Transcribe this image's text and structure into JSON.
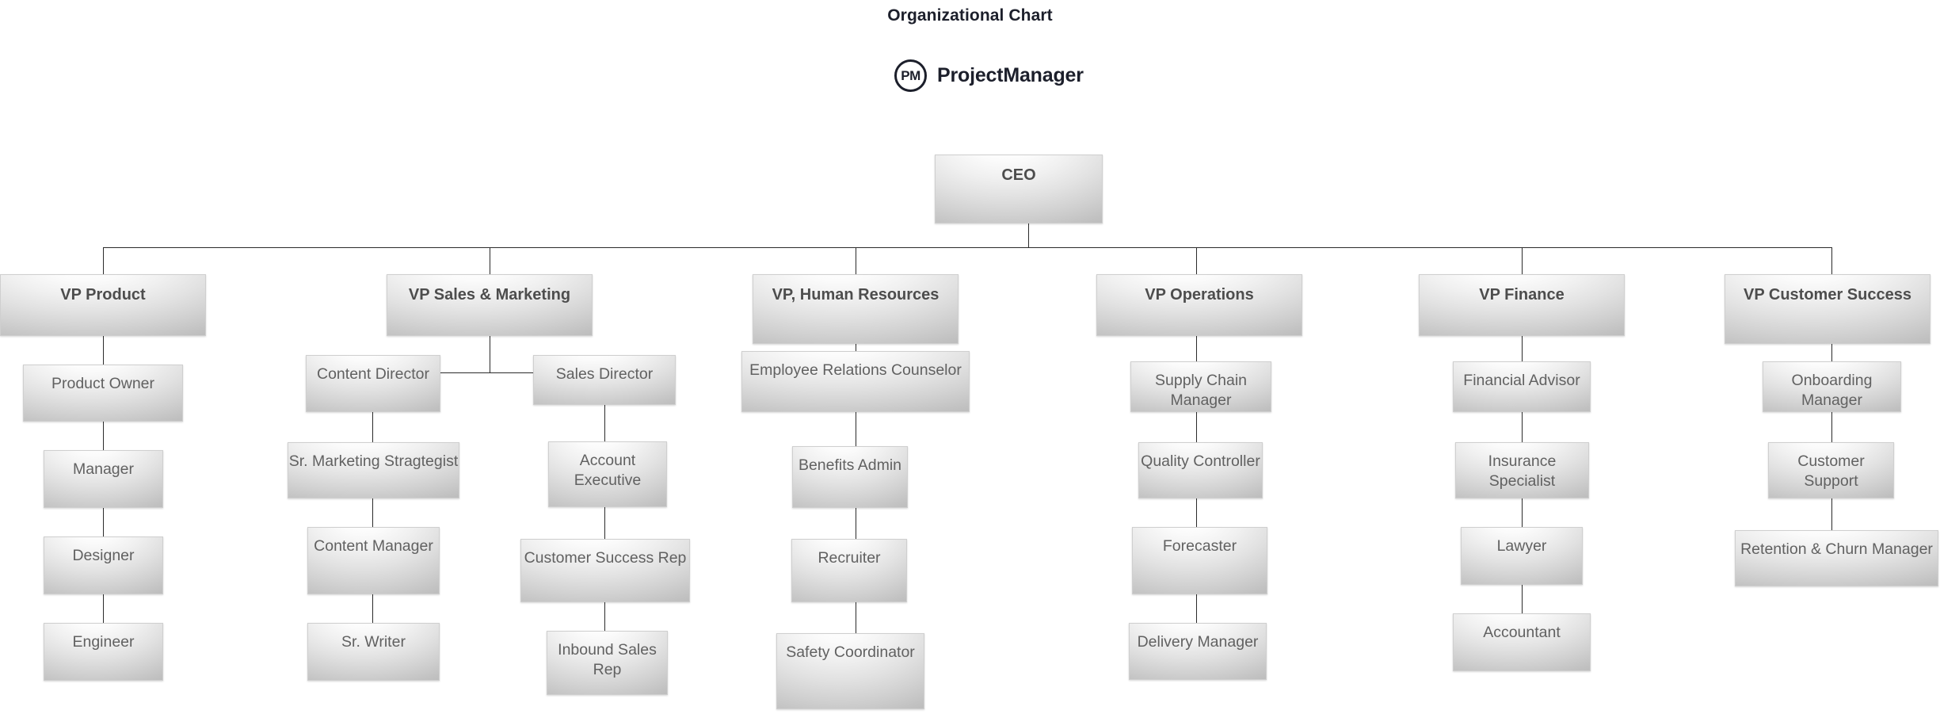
{
  "header": {
    "title": "Organizational Chart",
    "brand_initials": "PM",
    "brand_name": "ProjectManager",
    "logo_icon": "project-manager-circle-icon"
  },
  "theme": {
    "background": "#ffffff",
    "title_color": "#1c1f2b",
    "node_text_color": "#595959",
    "node_heading_color": "#4d4d4d",
    "connector_color": "#2b2b2b",
    "node_border": "#cfcfcf",
    "node_gradient_light": "#ffffff",
    "node_gradient_dark": "#b4b4b4"
  },
  "chart_data": {
    "type": "diagram",
    "diagram_type": "organizational-chart",
    "title": "Organizational Chart",
    "root": "CEO",
    "nodes": [
      {
        "id": "ceo",
        "label": "CEO",
        "level": 0,
        "parent": null
      },
      {
        "id": "vp-product",
        "label": "VP Product",
        "level": 1,
        "parent": "ceo"
      },
      {
        "id": "product-owner",
        "label": "Product Owner",
        "level": 2,
        "parent": "vp-product"
      },
      {
        "id": "manager",
        "label": "Manager",
        "level": 3,
        "parent": "product-owner"
      },
      {
        "id": "designer",
        "label": "Designer",
        "level": 4,
        "parent": "manager"
      },
      {
        "id": "engineer",
        "label": "Engineer",
        "level": 5,
        "parent": "designer"
      },
      {
        "id": "vp-sales-marketing",
        "label": "VP Sales & Marketing",
        "level": 1,
        "parent": "ceo"
      },
      {
        "id": "content-director",
        "label": "Content Director",
        "level": 2,
        "parent": "vp-sales-marketing"
      },
      {
        "id": "sr-marketing-stragtegist",
        "label": "Sr. Marketing Stragtegist",
        "level": 3,
        "parent": "content-director"
      },
      {
        "id": "content-manager",
        "label": "Content Manager",
        "level": 4,
        "parent": "sr-marketing-stragtegist"
      },
      {
        "id": "sr-writer",
        "label": "Sr. Writer",
        "level": 5,
        "parent": "content-manager"
      },
      {
        "id": "sales-director",
        "label": "Sales Director",
        "level": 2,
        "parent": "vp-sales-marketing"
      },
      {
        "id": "account-executive",
        "label": "Account Executive",
        "level": 3,
        "parent": "sales-director"
      },
      {
        "id": "customer-success-rep",
        "label": "Customer Success Rep",
        "level": 4,
        "parent": "account-executive"
      },
      {
        "id": "inbound-sales-rep",
        "label": "Inbound Sales Rep",
        "level": 5,
        "parent": "customer-success-rep"
      },
      {
        "id": "vp-human-resources",
        "label": "VP, Human Resources",
        "level": 1,
        "parent": "ceo"
      },
      {
        "id": "employee-relations-counselor",
        "label": "Employee Relations Counselor",
        "level": 2,
        "parent": "vp-human-resources"
      },
      {
        "id": "benefits-admin",
        "label": "Benefits Admin",
        "level": 3,
        "parent": "employee-relations-counselor"
      },
      {
        "id": "recruiter",
        "label": "Recruiter",
        "level": 4,
        "parent": "benefits-admin"
      },
      {
        "id": "safety-coordinator",
        "label": "Safety Coordinator",
        "level": 5,
        "parent": "recruiter"
      },
      {
        "id": "vp-operations",
        "label": "VP Operations",
        "level": 1,
        "parent": "ceo"
      },
      {
        "id": "supply-chain-manager",
        "label": "Supply Chain Manager",
        "level": 2,
        "parent": "vp-operations"
      },
      {
        "id": "quality-controller",
        "label": "Quality Controller",
        "level": 3,
        "parent": "supply-chain-manager"
      },
      {
        "id": "forecaster",
        "label": "Forecaster",
        "level": 4,
        "parent": "quality-controller"
      },
      {
        "id": "delivery-manager",
        "label": "Delivery Manager",
        "level": 5,
        "parent": "forecaster"
      },
      {
        "id": "vp-finance",
        "label": "VP Finance",
        "level": 1,
        "parent": "ceo"
      },
      {
        "id": "financial-advisor",
        "label": "Financial Advisor",
        "level": 2,
        "parent": "vp-finance"
      },
      {
        "id": "insurance-specialist",
        "label": "Insurance Specialist",
        "level": 3,
        "parent": "financial-advisor"
      },
      {
        "id": "lawyer",
        "label": "Lawyer",
        "level": 4,
        "parent": "insurance-specialist"
      },
      {
        "id": "accountant",
        "label": "Accountant",
        "level": 5,
        "parent": "lawyer"
      },
      {
        "id": "vp-customer-success",
        "label": "VP Customer Success",
        "level": 1,
        "parent": "ceo"
      },
      {
        "id": "onboarding-manager",
        "label": "Onboarding Manager",
        "level": 2,
        "parent": "vp-customer-success"
      },
      {
        "id": "customer-support",
        "label": "Customer Support",
        "level": 3,
        "parent": "onboarding-manager"
      },
      {
        "id": "retention-churn-manager",
        "label": "Retention & Churn Manager",
        "level": 4,
        "parent": "customer-support"
      }
    ]
  }
}
